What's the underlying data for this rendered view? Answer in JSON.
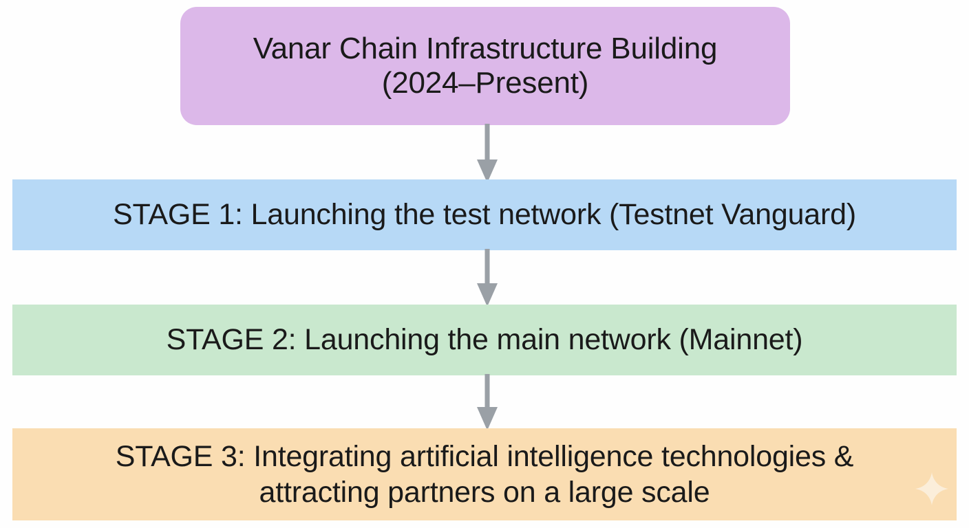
{
  "diagram": {
    "type": "flowchart",
    "orientation": "vertical",
    "background_color": "#FEFEFE",
    "text_color": "#1A1A1A",
    "connector_color": "#9AA0A6",
    "root": {
      "label": "Vanar Chain Infrastructure Building\n(2024–Present)",
      "title_line": "Vanar Chain Infrastructure Building",
      "period_line": "(2024–Present)",
      "fill_color": "#DCB8E9",
      "shape": "rounded-rectangle"
    },
    "stages": [
      {
        "id": "stage-1",
        "stage_number": "1",
        "label": "STAGE 1: Launching the test network (Testnet Vanguard)",
        "network": "Testnet Vanguard",
        "fill_color": "#B7D9F6",
        "shape": "rectangle"
      },
      {
        "id": "stage-2",
        "stage_number": "2",
        "label": "STAGE 2: Launching the main network (Mainnet)",
        "network": "Mainnet",
        "fill_color": "#C9E8CE",
        "shape": "rectangle"
      },
      {
        "id": "stage-3",
        "stage_number": "3",
        "label": "STAGE 3: Integrating artificial intelligence technologies &\nattracting partners on a large scale",
        "network": "",
        "fill_color": "#FADDB2",
        "shape": "rectangle"
      }
    ],
    "connectors": [
      {
        "from": "root",
        "to": "stage-1",
        "style": "solid-arrow-down",
        "color": "#9AA0A6"
      },
      {
        "from": "stage-1",
        "to": "stage-2",
        "style": "solid-arrow-down",
        "color": "#9AA0A6"
      },
      {
        "from": "stage-2",
        "to": "stage-3",
        "style": "solid-arrow-down",
        "color": "#9AA0A6"
      }
    ],
    "decorations": [
      {
        "name": "sparkle-icon",
        "color": "#FBEEDA",
        "points": 4
      }
    ]
  }
}
